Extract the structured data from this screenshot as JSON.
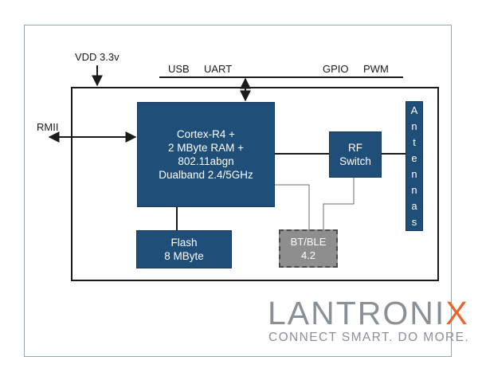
{
  "labels": {
    "vdd": "VDD 3.3v",
    "rmii": "RMII",
    "usb": "USB",
    "uart": "UART",
    "gpio": "GPIO",
    "pwm": "PWM"
  },
  "blocks": {
    "cpu": [
      "Cortex-R4 +",
      "2 MByte RAM +",
      "802.11abgn",
      "Dualband 2.4/5GHz"
    ],
    "rf": [
      "RF",
      "Switch"
    ],
    "flash": [
      "Flash",
      "8 MByte"
    ],
    "bt": [
      "BT/BLE",
      "4.2"
    ],
    "antennas": [
      "A",
      "n",
      "t",
      "e",
      "n",
      "n",
      "a",
      "s"
    ]
  },
  "logo": {
    "main": "LANTRONI",
    "accent": "X",
    "tagline": "CONNECT SMART. DO MORE."
  },
  "colors": {
    "block_fill": "#1f4e79",
    "optional_fill": "#8e8e8e",
    "logo_gray": "#8a9097",
    "logo_accent": "#e8652b"
  }
}
